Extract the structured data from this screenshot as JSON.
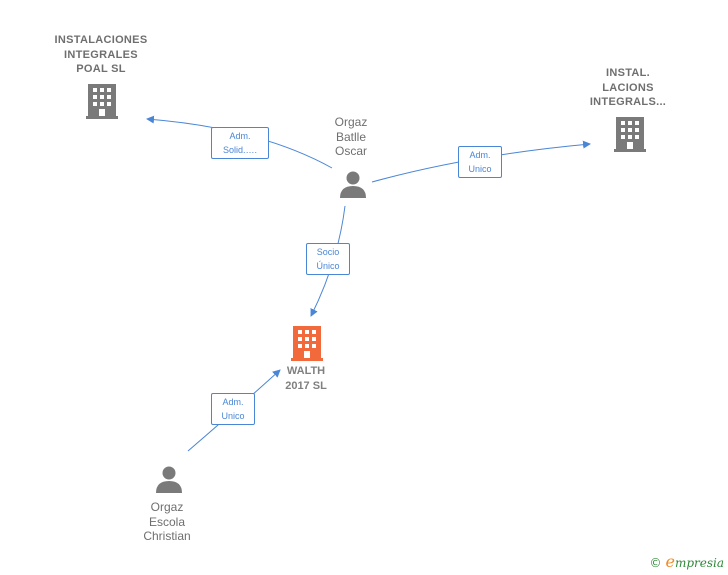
{
  "nodes": {
    "inst_poal": {
      "label": "INSTALACIONES\nINTEGRALES\nPOAL  SL",
      "kind": "company"
    },
    "inst_lacions": {
      "label": "INSTAL.\nLACIONS\nINTEGRALS...",
      "kind": "company"
    },
    "walth": {
      "label": "WALTH\n2017  SL",
      "kind": "company-highlight"
    },
    "orgaz_oscar": {
      "label": "Orgaz\nBatlle\nOscar",
      "kind": "person"
    },
    "orgaz_christian": {
      "label": "Orgaz\nEscola\nChristian",
      "kind": "person"
    }
  },
  "edges": [
    {
      "id": "e1",
      "from": "orgaz_oscar",
      "to": "inst_poal",
      "line1": "Adm.",
      "line2": "Solid.…."
    },
    {
      "id": "e2",
      "from": "orgaz_oscar",
      "to": "inst_lacions",
      "line1": "Adm.",
      "line2": "Unico"
    },
    {
      "id": "e3",
      "from": "orgaz_oscar",
      "to": "walth",
      "line1": "Socio",
      "line2": "Único"
    },
    {
      "id": "e4",
      "from": "orgaz_christian",
      "to": "walth",
      "line1": "Adm.",
      "line2": "Unico"
    }
  ],
  "colors": {
    "edge": "#4a86d6",
    "icon": "#7a7a7a",
    "highlight": "#f26a3c",
    "brand_green": "#2f8a3b",
    "brand_orange": "#f08a24"
  },
  "brand": {
    "copyright": "©",
    "initial": "e",
    "rest": "mpresia"
  }
}
